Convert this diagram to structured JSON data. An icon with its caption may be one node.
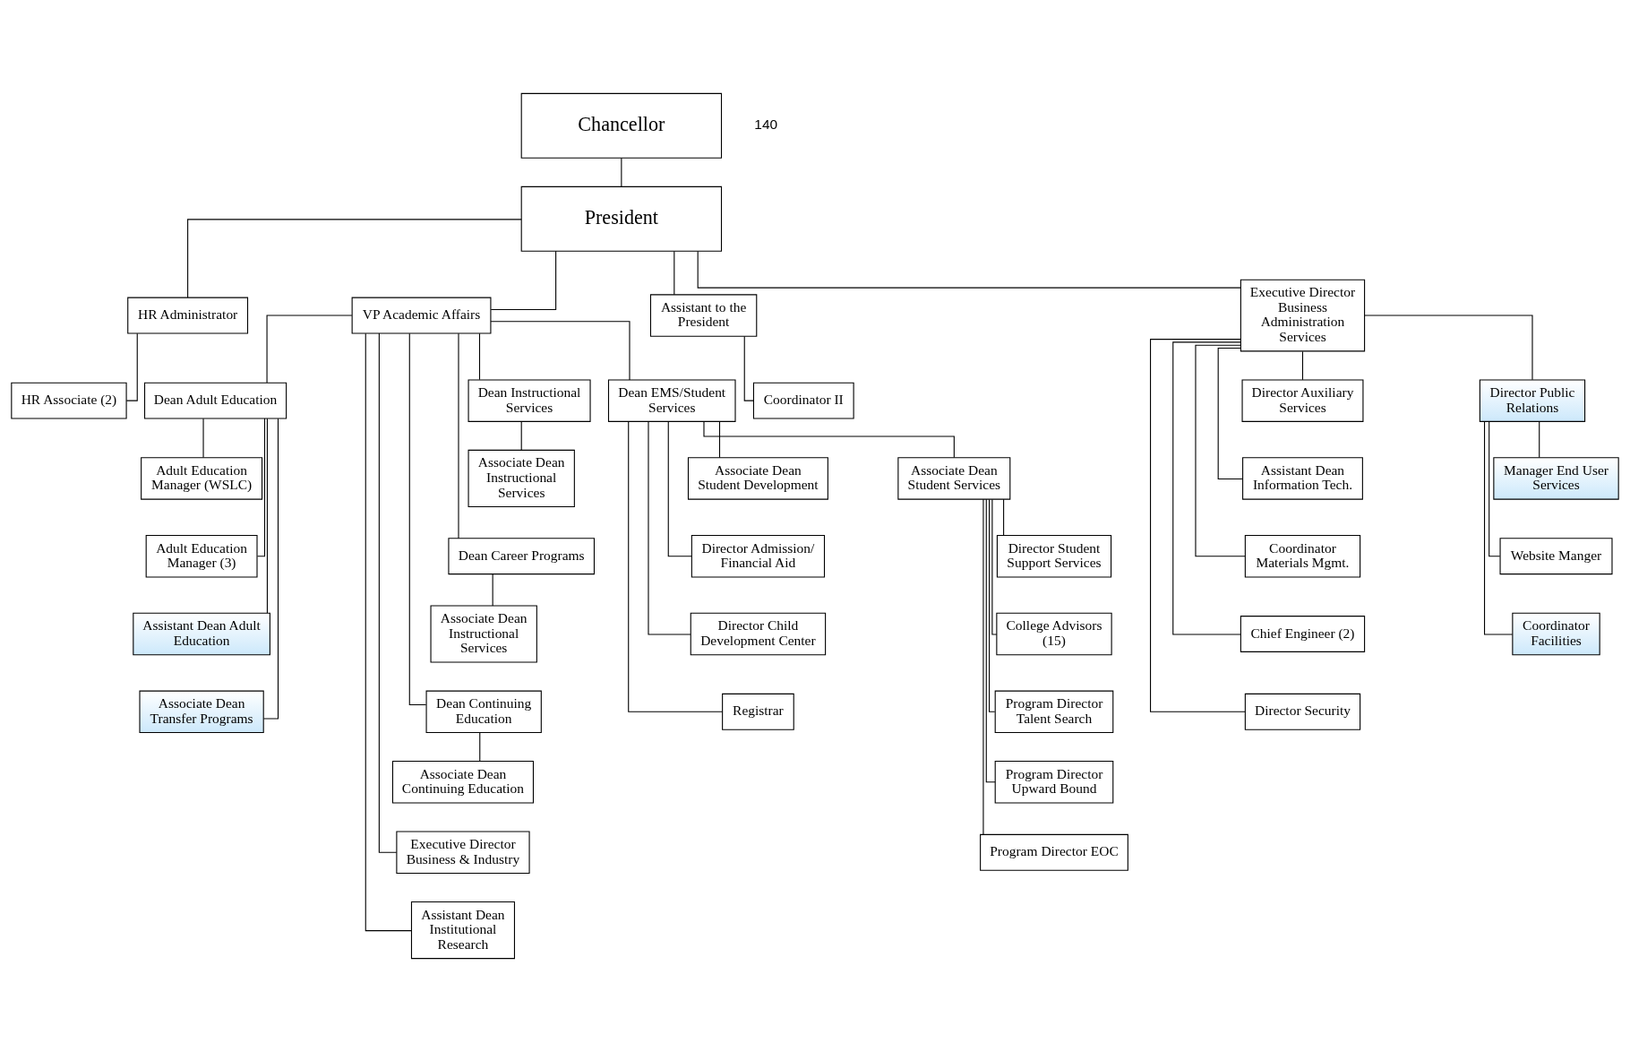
{
  "diagram": {
    "nodes": [
      {
        "text": [
          "Chancellor"
        ]
      },
      {
        "text": [
          "President"
        ]
      },
      {
        "text": [
          "HR Administrator"
        ]
      },
      {
        "text": [
          "HR Associate (2)"
        ]
      },
      {
        "text": [
          "VP Academic Affairs"
        ]
      },
      {
        "text": [
          "Assistant to the President"
        ]
      },
      {
        "text": [
          "Coordinator II"
        ]
      },
      {
        "text": [
          "Executive Director Business Administration Services"
        ]
      },
      {
        "text": [
          "Dean EMS/Student Services"
        ]
      },
      {
        "text": [
          "Dean Adult Education"
        ]
      },
      {
        "text": [
          "Dean Instructional Services"
        ]
      },
      {
        "text": [
          "Associate Dean Instructional Services"
        ]
      },
      {
        "text": [
          "Associate Dean Student Services"
        ]
      },
      {
        "text": [
          "Associate Dean Student Development"
        ]
      },
      {
        "text": [
          "Director Admission/ Financial Aid"
        ]
      },
      {
        "text": [
          "Director Child Development Center"
        ]
      },
      {
        "text": [
          "Registrar"
        ]
      },
      {
        "text": [
          "Director Student Support Services"
        ]
      },
      {
        "text": [
          "College Advisors (15)"
        ]
      },
      {
        "text": [
          "Program Director Talent Search"
        ]
      },
      {
        "text": [
          "Program Director Upward Bound"
        ]
      },
      {
        "text": [
          "Program Director EOC"
        ]
      },
      {
        "text": [
          "Adult Education Manager (WSLC)"
        ]
      },
      {
        "text": [
          "Adult Education Manager (3)"
        ]
      },
      {
        "text": [
          "Assistant Dean Adult Education"
        ]
      },
      {
        "text": [
          "Associate Dean Transfer Programs"
        ]
      },
      {
        "text": [
          "Dean Career Programs"
        ]
      },
      {
        "text": [
          "Associate Dean Instructional Services"
        ]
      },
      {
        "text": [
          "Dean Continuing Education"
        ]
      },
      {
        "text": [
          "Associate Dean Continuing Education"
        ]
      },
      {
        "text": [
          "Executive Director Business & Industry"
        ]
      },
      {
        "text": [
          "Assistant Dean Institutional Research"
        ]
      },
      {
        "text": [
          "Director Auxiliary Services"
        ]
      },
      {
        "text": [
          "Assistant Dean Information Tech."
        ]
      },
      {
        "text": [
          "Director Public Relations"
        ]
      },
      {
        "text": [
          "Coordinator Materials Mgmt."
        ]
      },
      {
        "text": [
          "Manager End User Services"
        ]
      },
      {
        "text": [
          "Website Manger"
        ]
      },
      {
        "text": [
          "Coordinator Facilities"
        ]
      },
      {
        "text": [
          "Chief Engineer (2)"
        ]
      },
      {
        "text": [
          "Director Security"
        ]
      }
    ],
    "edges": [
      {
        "from": 0,
        "to": 1,
        "arrow": "none"
      },
      {
        "from": 1,
        "to": 2,
        "arrow": "none"
      },
      {
        "from": 1,
        "to": 4,
        "arrow": "none"
      },
      {
        "from": 1,
        "to": 5,
        "arrow": "none"
      },
      {
        "from": 1,
        "to": 7,
        "arrow": "none"
      },
      {
        "from": 2,
        "to": 3,
        "arrow": "none"
      },
      {
        "from": 5,
        "to": 6,
        "arrow": "none"
      },
      {
        "from": 4,
        "to": 8,
        "arrow": "none"
      },
      {
        "from": 4,
        "to": 9,
        "arrow": "none"
      },
      {
        "from": 4,
        "to": 10,
        "arrow": "none"
      },
      {
        "from": 4,
        "to": 26,
        "arrow": "none"
      },
      {
        "from": 4,
        "to": 28,
        "arrow": "none"
      },
      {
        "from": 4,
        "to": 30,
        "arrow": "none"
      },
      {
        "from": 4,
        "to": 31,
        "arrow": "none"
      },
      {
        "from": 10,
        "to": 11,
        "arrow": "none"
      },
      {
        "from": 26,
        "to": 27,
        "arrow": "none"
      },
      {
        "from": 28,
        "to": 29,
        "arrow": "none"
      },
      {
        "from": 8,
        "to": 12,
        "arrow": "none"
      },
      {
        "from": 8,
        "to": 13,
        "arrow": "none"
      },
      {
        "from": 8,
        "to": 14,
        "arrow": "none"
      },
      {
        "from": 8,
        "to": 15,
        "arrow": "none"
      },
      {
        "from": 8,
        "to": 16,
        "arrow": "none"
      },
      {
        "from": 12,
        "to": 17,
        "arrow": "none"
      },
      {
        "from": 12,
        "to": 18,
        "arrow": "none"
      },
      {
        "from": 12,
        "to": 19,
        "arrow": "none"
      },
      {
        "from": 12,
        "to": 20,
        "arrow": "none"
      },
      {
        "from": 12,
        "to": 21,
        "arrow": "none"
      },
      {
        "from": 9,
        "to": 22,
        "arrow": "none"
      },
      {
        "from": 9,
        "to": 23,
        "arrow": "none"
      },
      {
        "from": 9,
        "to": 24,
        "arrow": "none"
      },
      {
        "from": 9,
        "to": 25,
        "arrow": "none"
      },
      {
        "from": 7,
        "to": 32,
        "arrow": "none"
      },
      {
        "from": 7,
        "to": 33,
        "arrow": "none"
      },
      {
        "from": 7,
        "to": 34,
        "arrow": "none"
      },
      {
        "from": 7,
        "to": 35,
        "arrow": "none"
      },
      {
        "from": 7,
        "to": 39,
        "arrow": "none"
      },
      {
        "from": 7,
        "to": 40,
        "arrow": "none"
      },
      {
        "from": 34,
        "to": 36,
        "arrow": "none"
      },
      {
        "from": 34,
        "to": 37,
        "arrow": "none"
      },
      {
        "from": 34,
        "to": 38,
        "arrow": "none"
      }
    ],
    "labels": [
      "140"
    ]
  }
}
